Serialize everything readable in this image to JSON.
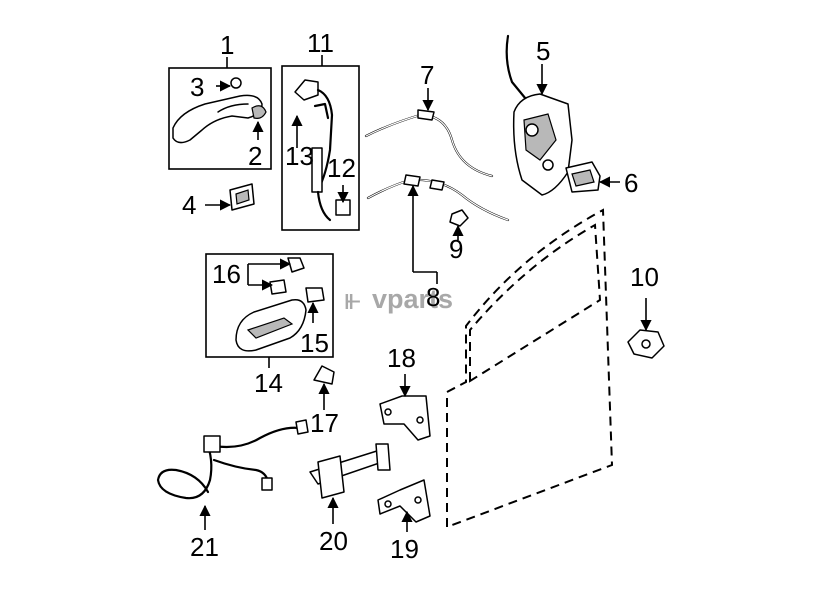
{
  "watermark": {
    "prefix": "⫦",
    "text": "vparts"
  },
  "callouts": {
    "c1": "1",
    "c2": "2",
    "c3": "3",
    "c4": "4",
    "c5": "5",
    "c6": "6",
    "c7": "7",
    "c8": "8",
    "c9": "9",
    "c10": "10",
    "c11": "11",
    "c12": "12",
    "c13": "13",
    "c14": "14",
    "c15": "15",
    "c16": "16",
    "c17": "17",
    "c18": "18",
    "c19": "19",
    "c20": "20",
    "c21": "21"
  }
}
